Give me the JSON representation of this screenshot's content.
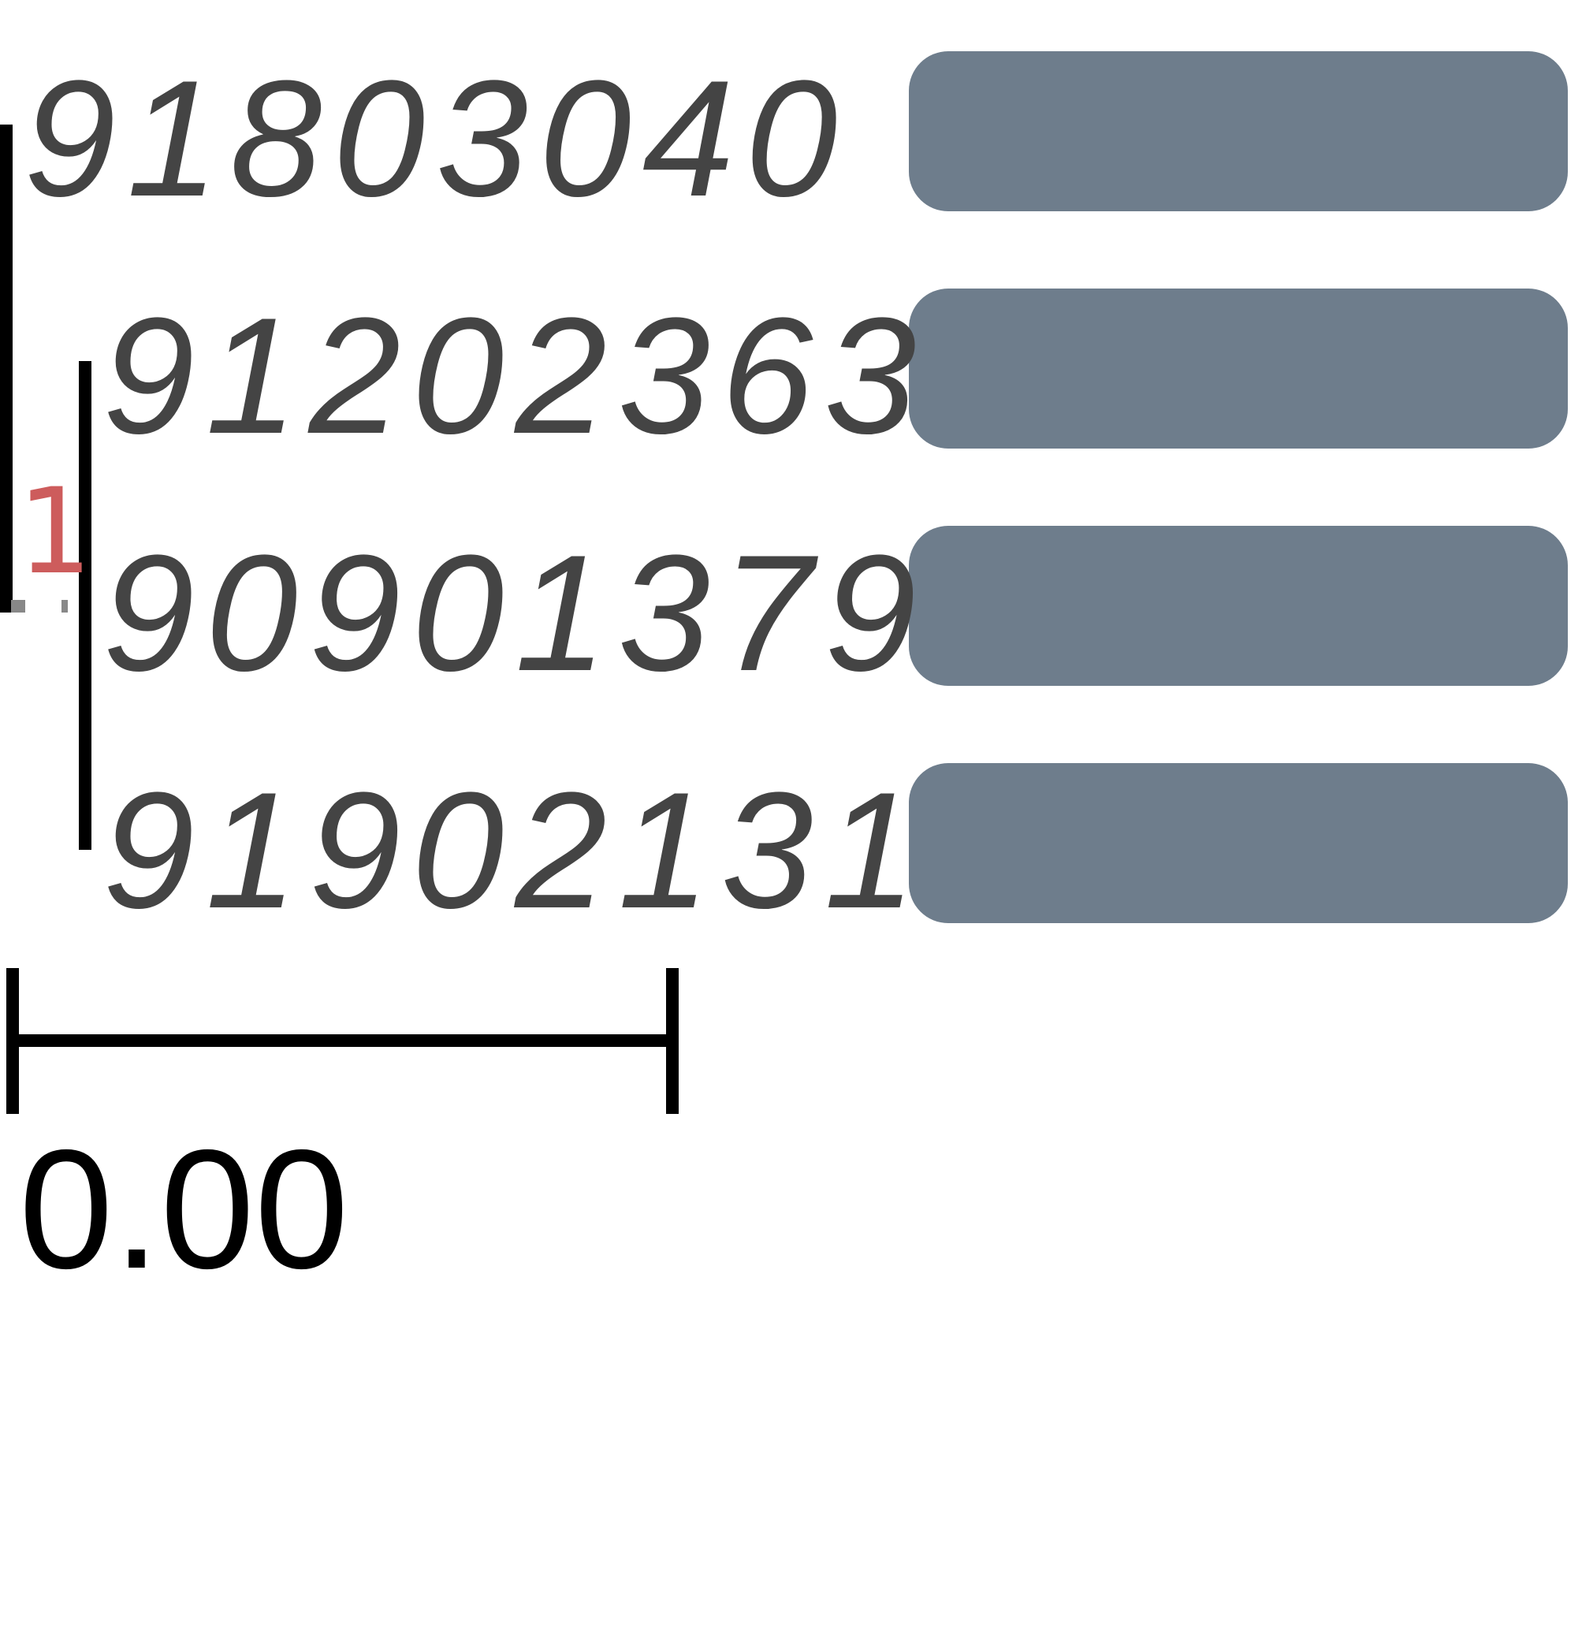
{
  "tree": {
    "leaves": [
      {
        "label": "91803040"
      },
      {
        "label": "91202363"
      },
      {
        "label": "90901379"
      },
      {
        "label": "91902131"
      }
    ],
    "support_values": [
      "1"
    ],
    "colors": {
      "leaf_bar": "#6e7d8c",
      "leaf_text": "#444444",
      "support_text": "#cd5c5c",
      "branches": "#000000"
    }
  },
  "scale_bar": {
    "label": "0.00"
  }
}
